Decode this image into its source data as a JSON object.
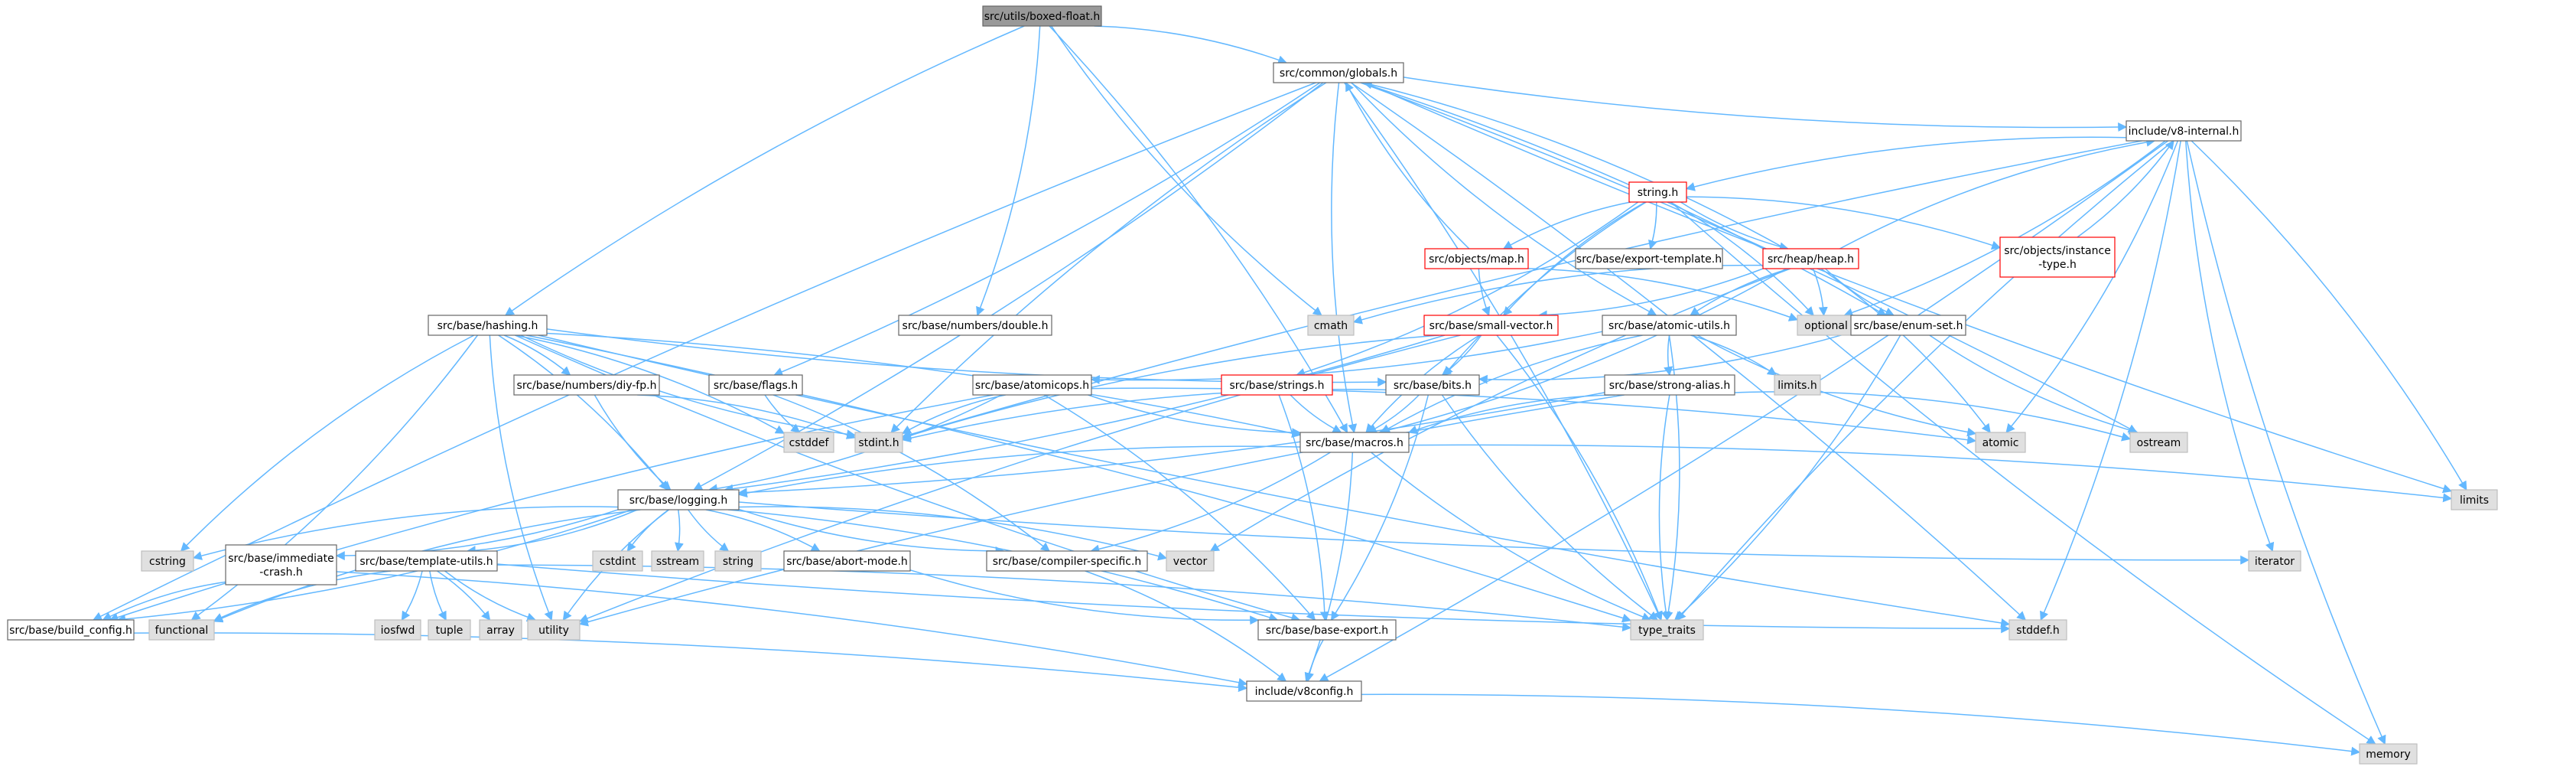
{
  "colors": {
    "edge": "#63b8ff",
    "node_border": "#666666",
    "node_fill": "#ffffff",
    "root_fill": "#999999",
    "system_fill": "#e0e0e0",
    "truncated_border": "#ff0000"
  },
  "nodes": [
    {
      "id": "boxed_float",
      "label": "src/utils/boxed-float.h",
      "kind": "root"
    },
    {
      "id": "globals",
      "label": "src/common/globals.h",
      "kind": "file"
    },
    {
      "id": "v8internal",
      "label": "include/v8-internal.h",
      "kind": "file"
    },
    {
      "id": "string_h",
      "label": "string.h",
      "kind": "truncated"
    },
    {
      "id": "objects_map",
      "label": "src/objects/map.h",
      "kind": "truncated"
    },
    {
      "id": "export_template",
      "label": "src/base/export-template.h",
      "kind": "file"
    },
    {
      "id": "heap_heap",
      "label": "src/heap/heap.h",
      "kind": "truncated"
    },
    {
      "id": "instance_type",
      "label": "src/objects/instance\n-type.h",
      "kind": "truncated"
    },
    {
      "id": "hashing",
      "label": "src/base/hashing.h",
      "kind": "file"
    },
    {
      "id": "numbers_double",
      "label": "src/base/numbers/double.h",
      "kind": "file"
    },
    {
      "id": "cmath",
      "label": "cmath",
      "kind": "system"
    },
    {
      "id": "small_vector",
      "label": "src/base/small-vector.h",
      "kind": "truncated"
    },
    {
      "id": "atomic_utils",
      "label": "src/base/atomic-utils.h",
      "kind": "file"
    },
    {
      "id": "optional",
      "label": "optional",
      "kind": "system"
    },
    {
      "id": "enum_set",
      "label": "src/base/enum-set.h",
      "kind": "file"
    },
    {
      "id": "diy_fp",
      "label": "src/base/numbers/diy-fp.h",
      "kind": "file"
    },
    {
      "id": "flags",
      "label": "src/base/flags.h",
      "kind": "file"
    },
    {
      "id": "atomicops",
      "label": "src/base/atomicops.h",
      "kind": "file"
    },
    {
      "id": "strings",
      "label": "src/base/strings.h",
      "kind": "truncated"
    },
    {
      "id": "bits",
      "label": "src/base/bits.h",
      "kind": "file"
    },
    {
      "id": "limits_h",
      "label": "limits.h",
      "kind": "system"
    },
    {
      "id": "strong_alias",
      "label": "src/base/strong-alias.h",
      "kind": "file"
    },
    {
      "id": "cstddef",
      "label": "cstddef",
      "kind": "system"
    },
    {
      "id": "stdint",
      "label": "stdint.h",
      "kind": "system"
    },
    {
      "id": "macros",
      "label": "src/base/macros.h",
      "kind": "file"
    },
    {
      "id": "atomic",
      "label": "atomic",
      "kind": "system"
    },
    {
      "id": "ostream",
      "label": "ostream",
      "kind": "system"
    },
    {
      "id": "limits",
      "label": "limits",
      "kind": "system"
    },
    {
      "id": "logging",
      "label": "src/base/logging.h",
      "kind": "file"
    },
    {
      "id": "cstring",
      "label": "cstring",
      "kind": "system"
    },
    {
      "id": "immediate_crash",
      "label": "src/base/immediate\n-crash.h",
      "kind": "file"
    },
    {
      "id": "cstdint",
      "label": "cstdint",
      "kind": "system"
    },
    {
      "id": "sstream",
      "label": "sstream",
      "kind": "system"
    },
    {
      "id": "string",
      "label": "string",
      "kind": "system"
    },
    {
      "id": "abort_mode",
      "label": "src/base/abort-mode.h",
      "kind": "file"
    },
    {
      "id": "compiler_specific",
      "label": "src/base/compiler-specific.h",
      "kind": "file"
    },
    {
      "id": "vector",
      "label": "vector",
      "kind": "system"
    },
    {
      "id": "iterator",
      "label": "iterator",
      "kind": "system"
    },
    {
      "id": "template_utils",
      "label": "src/base/template-utils.h",
      "kind": "file"
    },
    {
      "id": "functional",
      "label": "functional",
      "kind": "system"
    },
    {
      "id": "iosfwd",
      "label": "iosfwd",
      "kind": "system"
    },
    {
      "id": "tuple",
      "label": "tuple",
      "kind": "system"
    },
    {
      "id": "array",
      "label": "array",
      "kind": "system"
    },
    {
      "id": "utility",
      "label": "utility",
      "kind": "system"
    },
    {
      "id": "build_config",
      "label": "src/base/build_config.h",
      "kind": "file"
    },
    {
      "id": "type_traits",
      "label": "type_traits",
      "kind": "system"
    },
    {
      "id": "base_export",
      "label": "src/base/base-export.h",
      "kind": "file"
    },
    {
      "id": "stddef",
      "label": "stddef.h",
      "kind": "system"
    },
    {
      "id": "v8config",
      "label": "include/v8config.h",
      "kind": "file"
    },
    {
      "id": "memory",
      "label": "memory",
      "kind": "system"
    }
  ],
  "edges": [
    [
      "boxed_float",
      "globals"
    ],
    [
      "boxed_float",
      "hashing"
    ],
    [
      "boxed_float",
      "numbers_double"
    ],
    [
      "boxed_float",
      "cmath"
    ],
    [
      "boxed_float",
      "macros"
    ],
    [
      "globals",
      "v8internal"
    ],
    [
      "globals",
      "ostream"
    ],
    [
      "globals",
      "limits"
    ],
    [
      "globals",
      "stddef"
    ],
    [
      "globals",
      "build_config"
    ],
    [
      "globals",
      "flags"
    ],
    [
      "globals",
      "atomic_utils"
    ],
    [
      "globals",
      "enum_set"
    ],
    [
      "globals",
      "macros"
    ],
    [
      "globals",
      "logging"
    ],
    [
      "globals",
      "stdint"
    ],
    [
      "globals",
      "type_traits"
    ],
    [
      "v8internal",
      "string_h"
    ],
    [
      "v8internal",
      "stddef"
    ],
    [
      "v8internal",
      "stdint"
    ],
    [
      "v8internal",
      "atomic"
    ],
    [
      "v8internal",
      "iterator"
    ],
    [
      "v8internal",
      "limits"
    ],
    [
      "v8internal",
      "memory"
    ],
    [
      "v8internal",
      "optional"
    ],
    [
      "v8internal",
      "type_traits"
    ],
    [
      "v8internal",
      "v8config"
    ],
    [
      "string_h",
      "objects_map"
    ],
    [
      "string_h",
      "export_template"
    ],
    [
      "string_h",
      "heap_heap"
    ],
    [
      "string_h",
      "instance_type"
    ],
    [
      "string_h",
      "small_vector"
    ],
    [
      "string_h",
      "strings"
    ],
    [
      "string_h",
      "bits"
    ],
    [
      "string_h",
      "optional"
    ],
    [
      "string_h",
      "memory"
    ],
    [
      "objects_map",
      "globals"
    ],
    [
      "objects_map",
      "small_vector"
    ],
    [
      "objects_map",
      "optional"
    ],
    [
      "heap_heap",
      "globals"
    ],
    [
      "heap_heap",
      "v8internal"
    ],
    [
      "heap_heap",
      "cmath"
    ],
    [
      "heap_heap",
      "small_vector"
    ],
    [
      "heap_heap",
      "atomic_utils"
    ],
    [
      "heap_heap",
      "optional"
    ],
    [
      "heap_heap",
      "enum_set"
    ],
    [
      "heap_heap",
      "atomic"
    ],
    [
      "heap_heap",
      "vector"
    ],
    [
      "heap_heap",
      "macros"
    ],
    [
      "instance_type",
      "v8internal"
    ],
    [
      "hashing",
      "diy_fp"
    ],
    [
      "hashing",
      "stdint"
    ],
    [
      "hashing",
      "cstddef"
    ],
    [
      "hashing",
      "bits"
    ],
    [
      "hashing",
      "macros"
    ],
    [
      "hashing",
      "cstring"
    ],
    [
      "hashing",
      "functional"
    ],
    [
      "hashing",
      "utility"
    ],
    [
      "hashing",
      "type_traits"
    ],
    [
      "hashing",
      "base_export"
    ],
    [
      "hashing",
      "logging"
    ],
    [
      "hashing",
      "stddef"
    ],
    [
      "small_vector",
      "bits"
    ],
    [
      "small_vector",
      "macros"
    ],
    [
      "small_vector",
      "logging"
    ],
    [
      "small_vector",
      "utility"
    ],
    [
      "small_vector",
      "type_traits"
    ],
    [
      "small_vector",
      "stdint"
    ],
    [
      "atomic_utils",
      "atomicops"
    ],
    [
      "atomic_utils",
      "strong_alias"
    ],
    [
      "atomic_utils",
      "limits_h"
    ],
    [
      "atomic_utils",
      "atomic"
    ],
    [
      "atomic_utils",
      "type_traits"
    ],
    [
      "atomic_utils",
      "macros"
    ],
    [
      "enum_set",
      "bits"
    ],
    [
      "enum_set",
      "ostream"
    ],
    [
      "enum_set",
      "type_traits"
    ],
    [
      "diy_fp",
      "logging"
    ],
    [
      "diy_fp",
      "stdint"
    ],
    [
      "flags",
      "cstddef"
    ],
    [
      "flags",
      "compiler_specific"
    ],
    [
      "atomicops",
      "stdint"
    ],
    [
      "atomicops",
      "atomic"
    ],
    [
      "atomicops",
      "macros"
    ],
    [
      "atomicops",
      "base_export"
    ],
    [
      "atomicops",
      "build_config"
    ],
    [
      "atomicops",
      "logging"
    ],
    [
      "strings",
      "macros"
    ],
    [
      "strings",
      "base_export"
    ],
    [
      "bits",
      "stdint"
    ],
    [
      "bits",
      "macros"
    ],
    [
      "bits",
      "type_traits"
    ],
    [
      "bits",
      "base_export"
    ],
    [
      "strong_alias",
      "macros"
    ],
    [
      "strong_alias",
      "ostream"
    ],
    [
      "strong_alias",
      "type_traits"
    ],
    [
      "strong_alias",
      "logging"
    ],
    [
      "strong_alias",
      "utility"
    ],
    [
      "macros",
      "limits"
    ],
    [
      "macros",
      "type_traits"
    ],
    [
      "macros",
      "v8config"
    ],
    [
      "macros",
      "logging"
    ],
    [
      "macros",
      "compiler_specific"
    ],
    [
      "logging",
      "cstring"
    ],
    [
      "logging",
      "immediate_crash"
    ],
    [
      "logging",
      "cstdint"
    ],
    [
      "logging",
      "sstream"
    ],
    [
      "logging",
      "string"
    ],
    [
      "logging",
      "abort_mode"
    ],
    [
      "logging",
      "compiler_specific"
    ],
    [
      "logging",
      "vector"
    ],
    [
      "logging",
      "iterator"
    ],
    [
      "logging",
      "template_utils"
    ],
    [
      "logging",
      "utility"
    ],
    [
      "logging",
      "build_config"
    ],
    [
      "logging",
      "functional"
    ],
    [
      "logging",
      "base_export"
    ],
    [
      "immediate_crash",
      "build_config"
    ],
    [
      "immediate_crash",
      "v8config"
    ],
    [
      "abort_mode",
      "base_export"
    ],
    [
      "compiler_specific",
      "v8config"
    ],
    [
      "template_utils",
      "functional"
    ],
    [
      "template_utils",
      "iosfwd"
    ],
    [
      "template_utils",
      "tuple"
    ],
    [
      "template_utils",
      "array"
    ],
    [
      "template_utils",
      "utility"
    ],
    [
      "template_utils",
      "type_traits"
    ],
    [
      "template_utils",
      "stddef"
    ],
    [
      "build_config",
      "v8config"
    ],
    [
      "base_export",
      "v8config"
    ],
    [
      "v8config",
      "memory"
    ]
  ]
}
